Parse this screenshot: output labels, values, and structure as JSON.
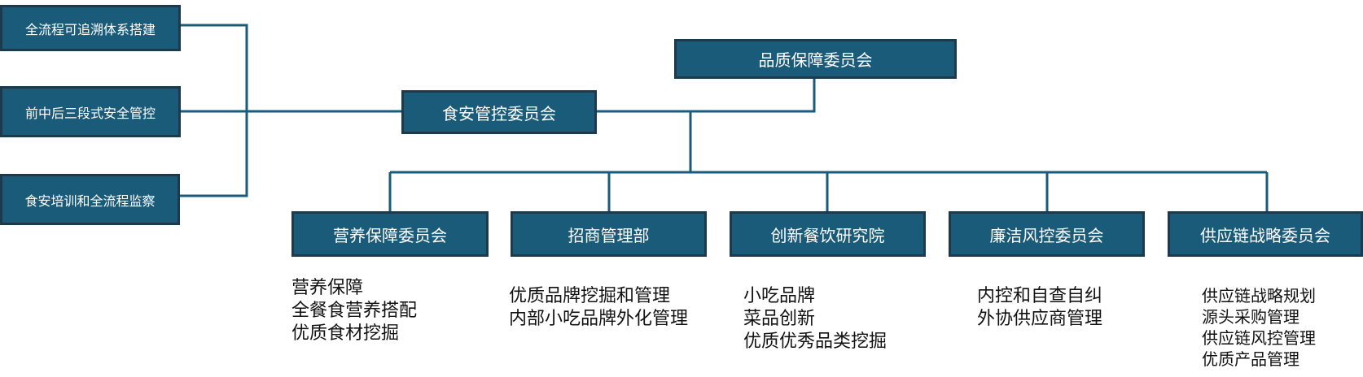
{
  "colors": {
    "box_fill": "#1b5b7a",
    "box_border": "#1d3a4d",
    "line": "#1b5b7a",
    "text_in_box": "#ffffff",
    "text": "#111111"
  },
  "top": {
    "label": "品质保障委员会"
  },
  "center": {
    "label": "食安管控委员会"
  },
  "left_items": [
    {
      "label": "全流程可追溯体系搭建"
    },
    {
      "label": "前中后三段式安全管控"
    },
    {
      "label": "食安培训和全流程监察"
    }
  ],
  "departments": [
    {
      "label": "营养保障委员会",
      "items": [
        "营养保障",
        "全餐食营养搭配",
        "优质食材挖掘"
      ]
    },
    {
      "label": "招商管理部",
      "items": [
        "优质品牌挖掘和管理",
        "内部小吃品牌外化管理"
      ]
    },
    {
      "label": "创新餐饮研究院",
      "items": [
        "小吃品牌",
        "菜品创新",
        "优质优秀品类挖掘"
      ]
    },
    {
      "label": "廉洁风控委员会",
      "items": [
        "内控和自查自纠",
        "外协供应商管理"
      ]
    },
    {
      "label": "供应链战略委员会",
      "items": [
        "供应链战略规划",
        "源头采购管理",
        "供应链风控管理",
        "优质产品管理"
      ]
    }
  ]
}
